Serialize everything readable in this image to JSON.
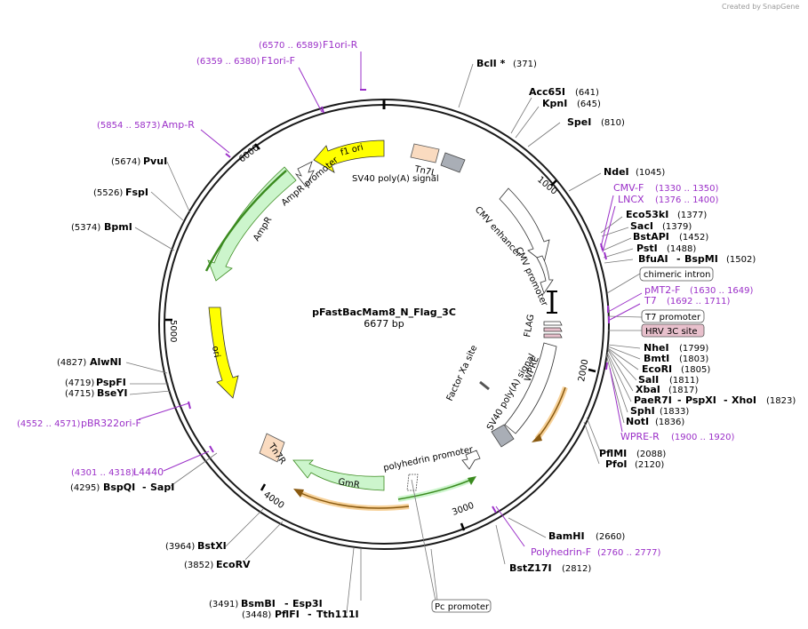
{
  "plasmid": {
    "name": "pFastBacMam8_N_Flag_3C",
    "size_label": "6677 bp"
  },
  "brand": {
    "created_by": "Created by",
    "app": "SnapGene"
  },
  "ticks": [
    "1000",
    "2000",
    "3000",
    "4000",
    "5000",
    "6000"
  ],
  "features": {
    "f1ori": "f1 ori",
    "tn7l": "Tn7L",
    "sv40_top": "SV40 poly(A) signal",
    "ampr_promoter": "AmpR promoter",
    "ampr": "AmpR",
    "cmv_enhancer": "CMV enhancer",
    "cmv_promoter": "CMV promoter",
    "flag": "FLAG",
    "factor_xa": "Factor Xa site",
    "sv40_bottom": "SV40 poly(A) signal",
    "wpre": "WPRE",
    "ori": "ori",
    "tn7r": "Tn7R",
    "gmr": "GmR",
    "polyhedrin": "polyhedrin promoter"
  },
  "boxed": {
    "chimeric_intron": "chimeric intron",
    "t7_promoter": "T7 promoter",
    "hrv_3c": "HRV 3C site",
    "pc_promoter": "Pc promoter"
  },
  "sites": {
    "bcli": {
      "name": "BclI *",
      "pos": "(371)"
    },
    "acc65i": {
      "name": "Acc65I",
      "pos": "(641)"
    },
    "kpni": {
      "name": "KpnI",
      "pos": "(645)"
    },
    "spei": {
      "name": "SpeI",
      "pos": "(810)"
    },
    "ndei": {
      "name": "NdeI",
      "pos": "(1045)"
    },
    "eco53ki": {
      "name": "Eco53kI",
      "pos": "(1377)"
    },
    "saci": {
      "name": "SacI",
      "pos": "(1379)"
    },
    "bstapi": {
      "name": "BstAPI",
      "pos": "(1452)"
    },
    "psti": {
      "name": "PstI",
      "pos": "(1488)"
    },
    "bfuai": {
      "name": "BfuAI",
      "dash": "-",
      "name2": "BspMI",
      "pos": "(1502)"
    },
    "nhei": {
      "name": "NheI",
      "pos": "(1799)"
    },
    "bmti": {
      "name": "BmtI",
      "pos": "(1803)"
    },
    "ecori": {
      "name": "EcoRI",
      "pos": "(1805)"
    },
    "sali": {
      "name": "SalI",
      "pos": "(1811)"
    },
    "xbai": {
      "name": "XbaI",
      "pos": "(1817)"
    },
    "paer7i": {
      "name": "PaeR7I",
      "dash": "-",
      "name2": "PspXI",
      "dash2": "-",
      "name3": "XhoI",
      "pos": "(1823)"
    },
    "sphi": {
      "name": "SphI",
      "pos": "(1833)"
    },
    "noti": {
      "name": "NotI",
      "pos": "(1836)"
    },
    "pflmi": {
      "name": "PflMI",
      "pos": "(2088)"
    },
    "pfoi": {
      "name": "PfoI",
      "pos": "(2120)"
    },
    "bamhi": {
      "name": "BamHI",
      "pos": "(2660)"
    },
    "bstz17i": {
      "name": "BstZ17I",
      "pos": "(2812)"
    },
    "bsmbi": {
      "pos": "(3491)",
      "name": "BsmBI",
      "dash": "-",
      "name2": "Esp3I"
    },
    "pflfi": {
      "pos": "(3448)",
      "name": "PflFI",
      "dash": "-",
      "name2": "Tth111I"
    },
    "ecorv": {
      "pos": "(3852)",
      "name": "EcoRV"
    },
    "bstxi": {
      "pos": "(3964)",
      "name": "BstXI"
    },
    "bspqi": {
      "pos": "(4295)",
      "name": "BspQI",
      "dash": "-",
      "name2": "SapI"
    },
    "bseyi": {
      "pos": "(4715)",
      "name": "BseYI"
    },
    "pspfi": {
      "pos": "(4719)",
      "name": "PspFI"
    },
    "alwni": {
      "pos": "(4827)",
      "name": "AlwNI"
    },
    "bpmi": {
      "pos": "(5374)",
      "name": "BpmI"
    },
    "fspi": {
      "pos": "(5526)",
      "name": "FspI"
    },
    "pvui": {
      "pos": "(5674)",
      "name": "PvuI"
    }
  },
  "primers": {
    "f1ori_r": {
      "range": "(6570 .. 6589)",
      "name": "F1ori-R"
    },
    "f1ori_f": {
      "range": "(6359 .. 6380)",
      "name": "F1ori-F"
    },
    "amp_r": {
      "range": "(5854 .. 5873)",
      "name": "Amp-R"
    },
    "cmv_f": {
      "name": "CMV-F",
      "range": "(1330 .. 1350)"
    },
    "lncx": {
      "name": "LNCX",
      "range": "(1376 .. 1400)"
    },
    "pmt2_f": {
      "name": "pMT2-F",
      "range": "(1630 .. 1649)"
    },
    "t7": {
      "name": "T7",
      "range": "(1692 .. 1711)"
    },
    "wpre_r": {
      "name": "WPRE-R",
      "range": "(1900 .. 1920)"
    },
    "polyhedrin_f": {
      "name": "Polyhedrin-F",
      "range": "(2760 .. 2777)"
    },
    "pbr322": {
      "range": "(4552 .. 4571)",
      "name": "pBR322ori-F"
    },
    "l4440": {
      "range": "(4301 .. 4318)",
      "name": "L4440"
    }
  },
  "colors": {
    "backbone": "#1a1a1a",
    "primer": "#9b30c8",
    "yellow": "#ffff00",
    "green_fill": "#ccf5cc",
    "green_line": "#3a8a1e",
    "orange": "#f0a830",
    "peach": "#fadbc0",
    "gray": "#a9aeb6",
    "pink": "#e8c0cc"
  }
}
